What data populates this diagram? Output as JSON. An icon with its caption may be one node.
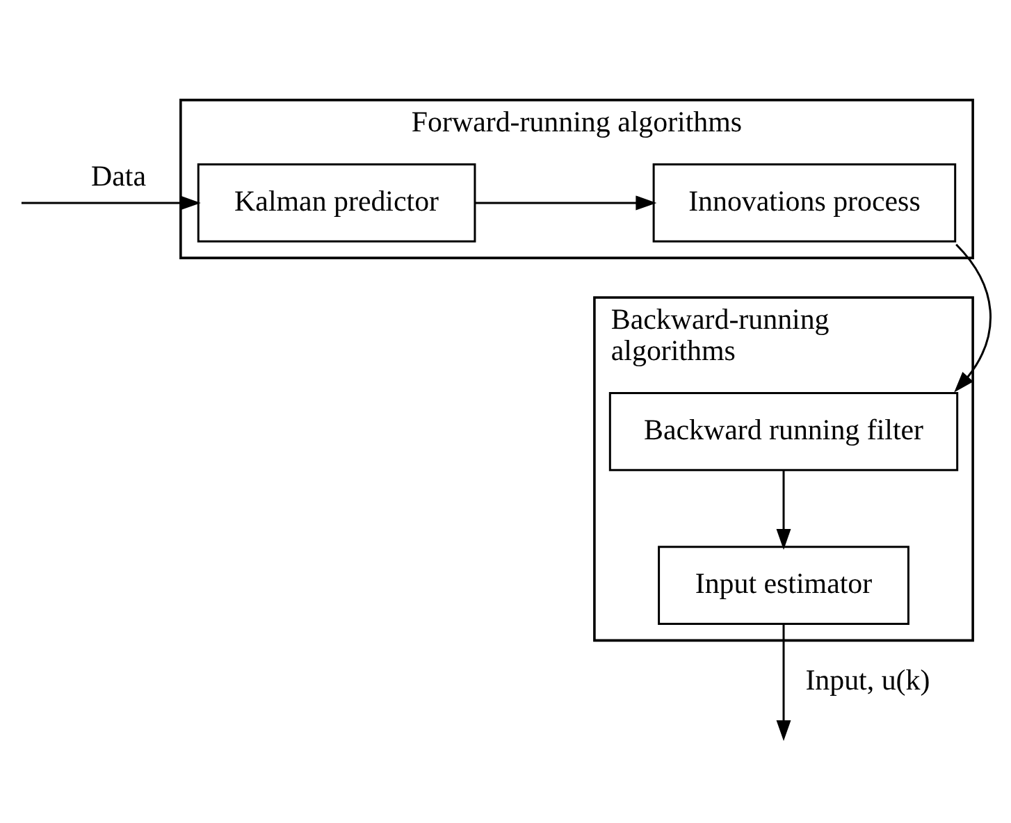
{
  "diagram": {
    "nodes": [
      {
        "text": [
          "Forward-running algorithms"
        ]
      },
      {
        "text": [
          "Kalman predictor"
        ],
        "in": 0
      },
      {
        "text": [
          "Innovations process"
        ],
        "in": 0
      },
      {
        "text": [
          "Backward-running algorithms"
        ]
      },
      {
        "text": [
          "Backward running filter"
        ],
        "in": 3
      },
      {
        "text": [
          "Input estimator"
        ],
        "in": 3
      }
    ],
    "edges": [
      {
        "from": null,
        "to": 1,
        "arrow": "to",
        "label": "Data"
      },
      {
        "from": 1,
        "to": 2,
        "arrow": "to"
      },
      {
        "from": 2,
        "to": 4,
        "arrow": "to"
      },
      {
        "from": 4,
        "to": 5,
        "arrow": "to"
      },
      {
        "from": 5,
        "to": null,
        "arrow": "to",
        "label": "Input, u(k)"
      }
    ]
  }
}
